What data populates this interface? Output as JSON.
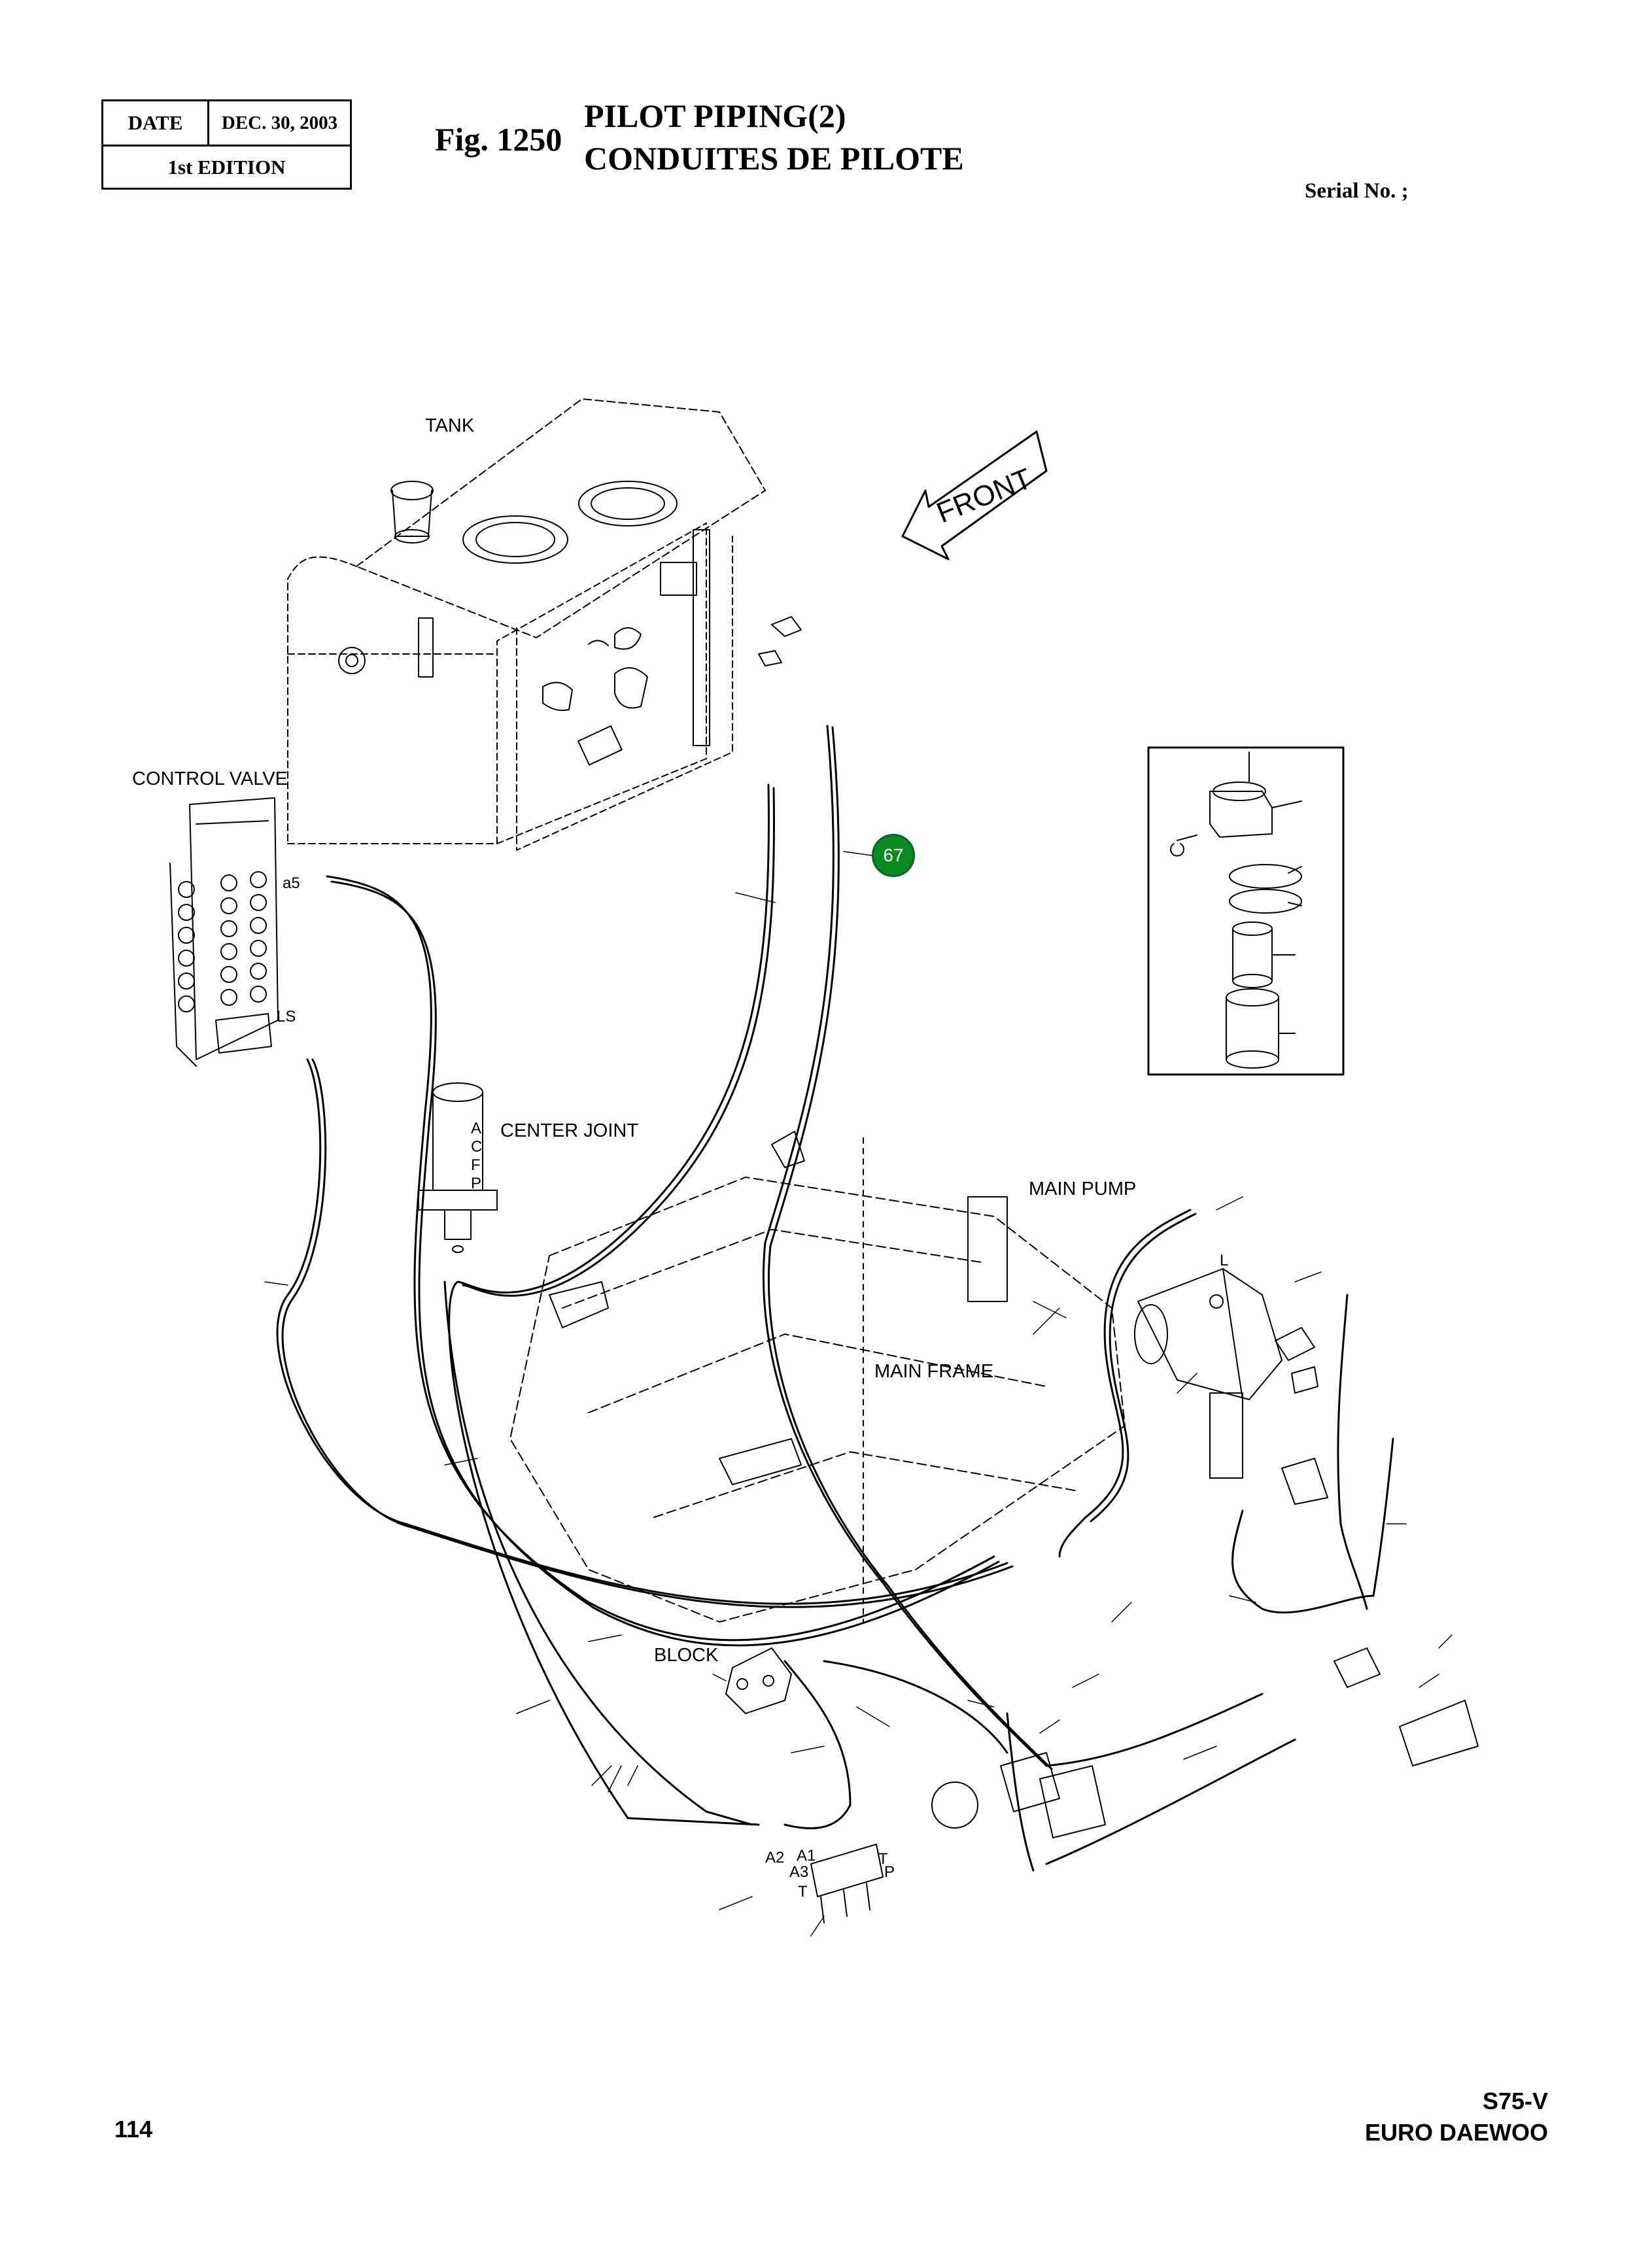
{
  "header": {
    "date_label": "DATE",
    "date_value": "DEC. 30, 2003",
    "edition": "1st  EDITION"
  },
  "figure": {
    "number": "Fig. 1250",
    "title_en": "PILOT PIPING(2)",
    "title_fr": "CONDUITES DE PILOTE",
    "serial": "Serial No. ;"
  },
  "labels": {
    "tank": "TANK",
    "front": "FRONT",
    "control_valve": "CONTROL VALVE",
    "center_joint": "CENTER JOINT",
    "main_pump": "MAIN PUMP",
    "main_frame": "MAIN FRAME",
    "block": "BLOCK",
    "port_a5": "a5",
    "port_ls": "LS",
    "port_l": "L",
    "port_a1": "A1",
    "port_a2": "A2",
    "port_a3": "A3",
    "port_t": "T",
    "port_t2": "T",
    "port_p": "P",
    "cj_ports": [
      "A",
      "C",
      "F",
      "P"
    ]
  },
  "callout": "67",
  "footer": {
    "page_number": "114",
    "model": "S75-V",
    "brand": "EURO DAEWOO"
  },
  "colors": {
    "callout_fill": "#0a8a1e",
    "line": "#000000"
  }
}
